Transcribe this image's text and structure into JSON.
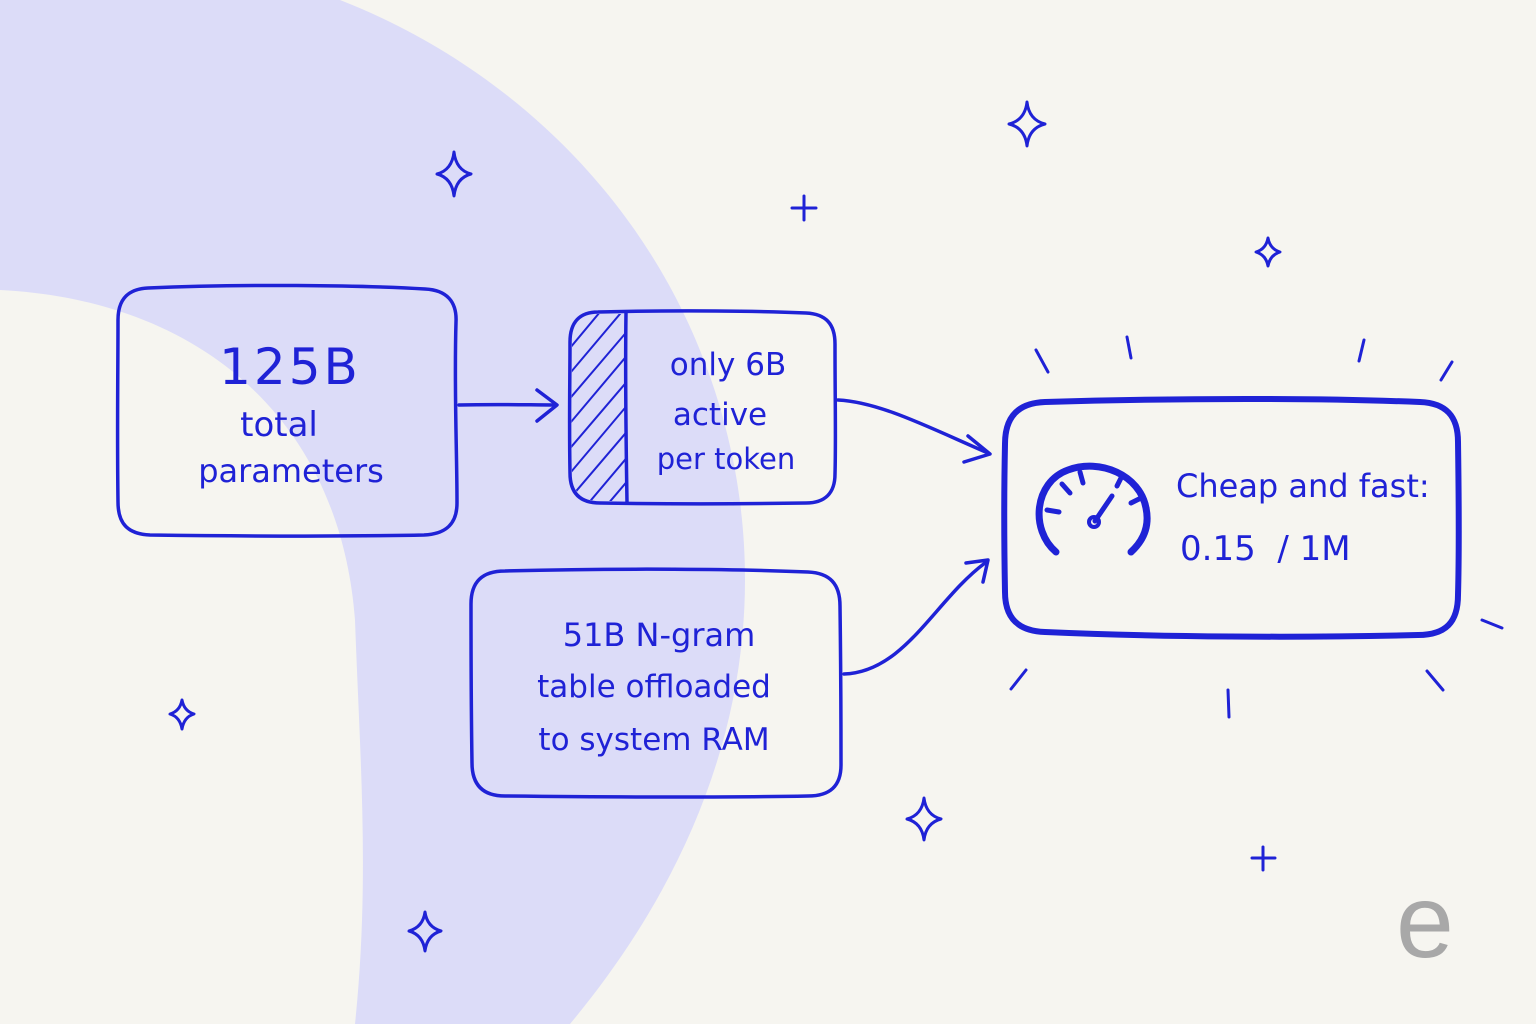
{
  "colors": {
    "background": "#f6f5f0",
    "blob": "#dcdcf8",
    "ink": "#1f22d6",
    "logo": "#a8a8a8"
  },
  "total_box": {
    "value": "125B",
    "line1": "total",
    "line2": "parameters"
  },
  "active_box": {
    "line1": "only 6B",
    "line2": "active",
    "line3": "per token"
  },
  "ngram_box": {
    "line1": "51B N-gram",
    "line2": "table offloaded",
    "line3": "to system RAM"
  },
  "result_box": {
    "line1": "Cheap and fast:",
    "line2": "0.15  / 1M"
  },
  "icons": [
    "speedometer-icon",
    "sparkle-icon",
    "plus-icon",
    "arrow-icon"
  ],
  "logo": "e"
}
